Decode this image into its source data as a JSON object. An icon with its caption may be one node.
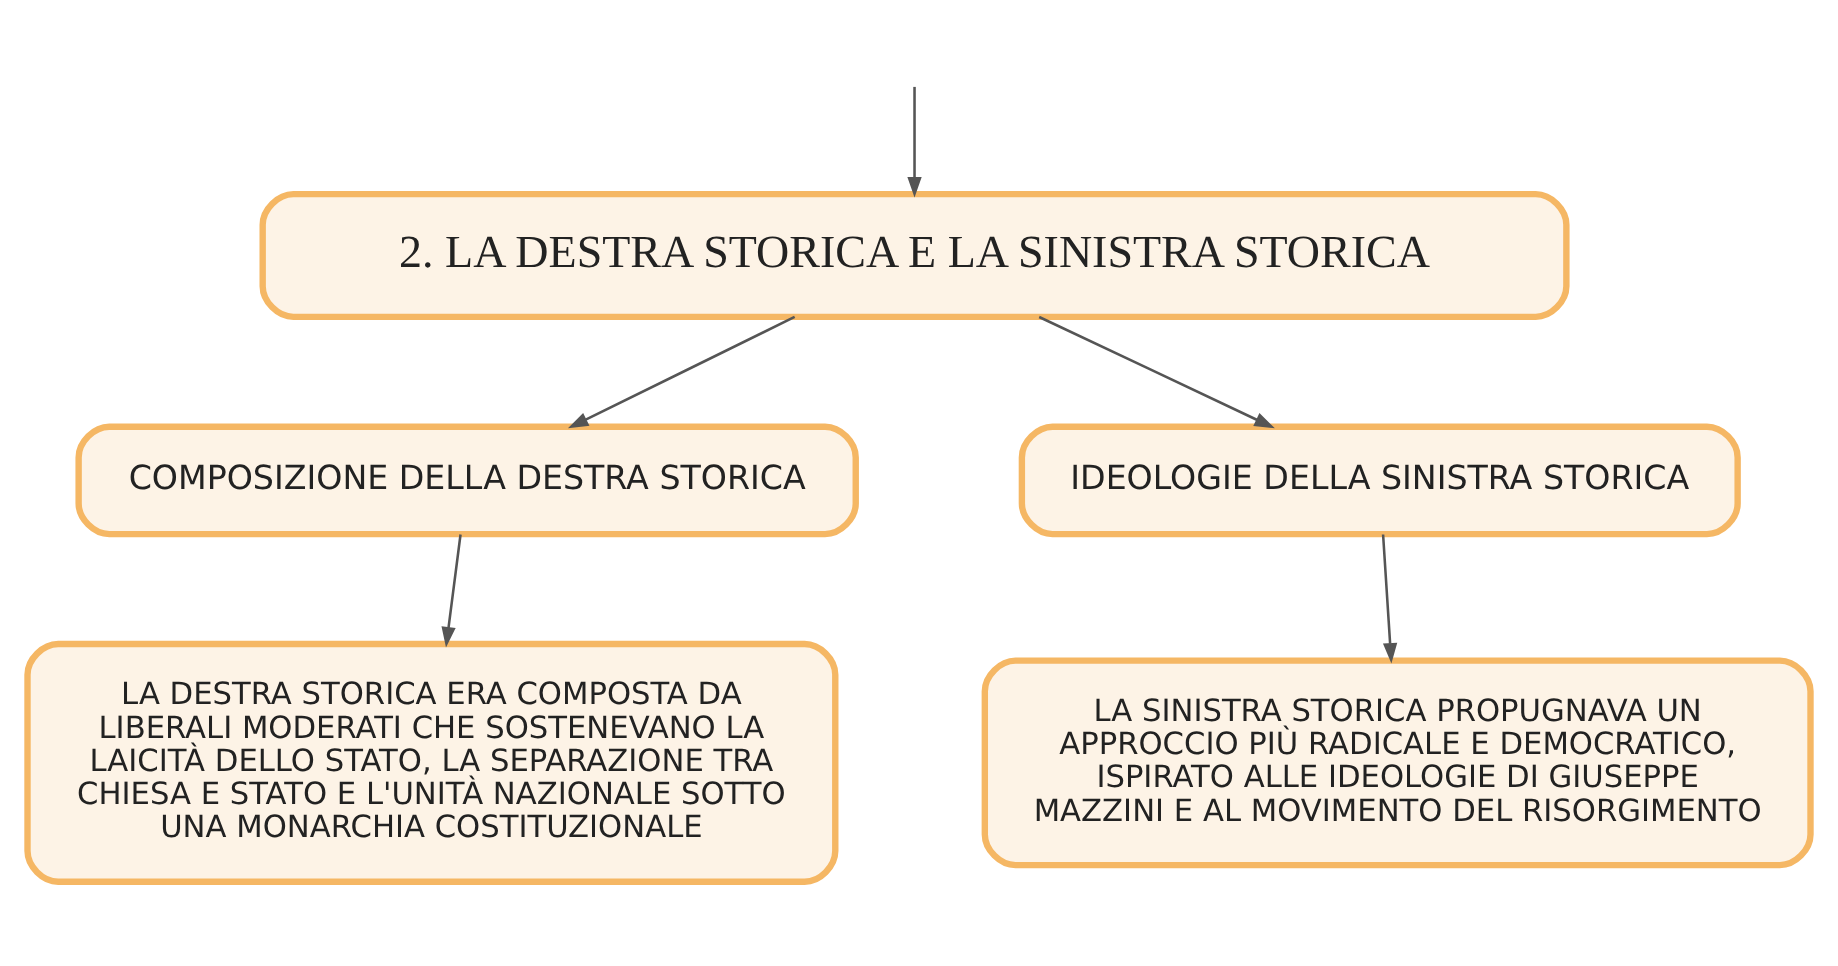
{
  "diagram": {
    "nodes": [
      {
        "text": [
          "2. LA DESTRA STORICA E LA SINISTRA STORICA"
        ]
      },
      {
        "text": [
          "COMPOSIZIONE DELLA DESTRA STORICA"
        ]
      },
      {
        "text": [
          "IDEOLOGIE DELLA SINISTRA STORICA"
        ]
      },
      {
        "text": [
          "LA DESTRA STORICA ERA COMPOSTA DA LIBERALI MODERATI CHE SOSTENEVANO LA LAICITÀ DELLO STATO, LA SEPARAZIONE TRA CHIESA E STATO E L'UNITÀ NAZIONALE SOTTO UNA MONARCHIA COSTITUZIONALE"
        ]
      },
      {
        "text": [
          "LA SINISTRA STORICA PROPUGNAVA UN APPROCCIO PIÙ RADICALE E DEMOCRATICO, ISPIRATO ALLE IDEOLOGIE DI GIUSEPPE MAZZINI E AL MOVIMENTO DEL RISORGIMENTO"
        ]
      }
    ],
    "edges": [
      {
        "from": null,
        "to": 0,
        "arrow": "to"
      },
      {
        "from": 0,
        "to": 1,
        "arrow": "to"
      },
      {
        "from": 0,
        "to": 2,
        "arrow": "to"
      },
      {
        "from": 1,
        "to": 3,
        "arrow": "to"
      },
      {
        "from": 2,
        "to": 4,
        "arrow": "to"
      }
    ]
  }
}
